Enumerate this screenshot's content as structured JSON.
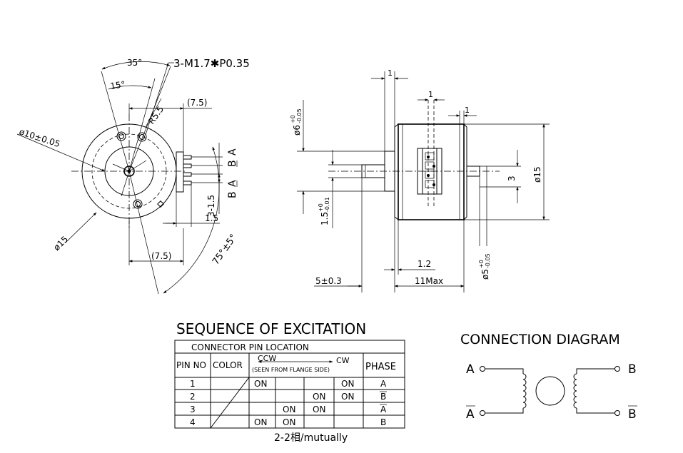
{
  "front_view": {
    "screw_spec": "3-M1.7✱P0.35",
    "angle_35": "35°",
    "angle_15": "15°",
    "radius": "R5.5",
    "dim_7_5_top": "(7.5)",
    "dim_7_5_bottom": "(7.5)",
    "dia_10": "ø10±0.05",
    "dia_15": "ø15",
    "angle_75": "75°±5°",
    "pitch_3_1_5": "3-1.5",
    "dim_1_5": "1.5",
    "pin_label_A": "A",
    "pin_label_Bbar": "B",
    "pin_label_Abar": "A",
    "pin_label_B": "B"
  },
  "side_view": {
    "dim_1_top": "1",
    "dim_1_mid": "1",
    "dim_1_right": "1",
    "dia_6": "ø6",
    "dia_6_tol_plus": "+0",
    "dia_6_tol_minus": "-0.05",
    "dim_1_5_shaft": "1.5",
    "dim_1_5_tol_plus": "+0",
    "dim_1_5_tol_minus": "-0.01",
    "dim_3": "3",
    "dia_15": "ø15",
    "dim_1_2": "1.2",
    "dim_5": "5±0.3",
    "dim_11": "11Max",
    "dia_5": "ø5",
    "dia_5_tol_plus": "+0",
    "dia_5_tol_minus": "-0.05"
  },
  "sequence": {
    "title": "SEQUENCE OF EXCITATION",
    "connector_header": "CONNECTOR PIN LOCATION",
    "col_pin_no": "PIN NO",
    "col_color": "COLOR",
    "ccw": "CCW",
    "cw": "CW",
    "seen_from": "(SEEN FROM FLANGE SIDE)",
    "col_phase": "PHASE",
    "rows": [
      {
        "pin": "1",
        "s1": "ON",
        "s2": "",
        "s3": "",
        "s4": "ON",
        "phase": "A"
      },
      {
        "pin": "2",
        "s1": "",
        "s2": "",
        "s3": "ON",
        "s4": "ON",
        "phase": "B"
      },
      {
        "pin": "3",
        "s1": "",
        "s2": "ON",
        "s3": "ON",
        "s4": "",
        "phase": "A"
      },
      {
        "pin": "4",
        "s1": "ON",
        "s2": "ON",
        "s3": "",
        "s4": "",
        "phase": "B"
      }
    ],
    "footer": "2-2相/mutually"
  },
  "connection": {
    "title": "CONNECTION DIAGRAM",
    "left_top": "A",
    "left_bottom": "A",
    "right_top": "B",
    "right_bottom": "B"
  }
}
